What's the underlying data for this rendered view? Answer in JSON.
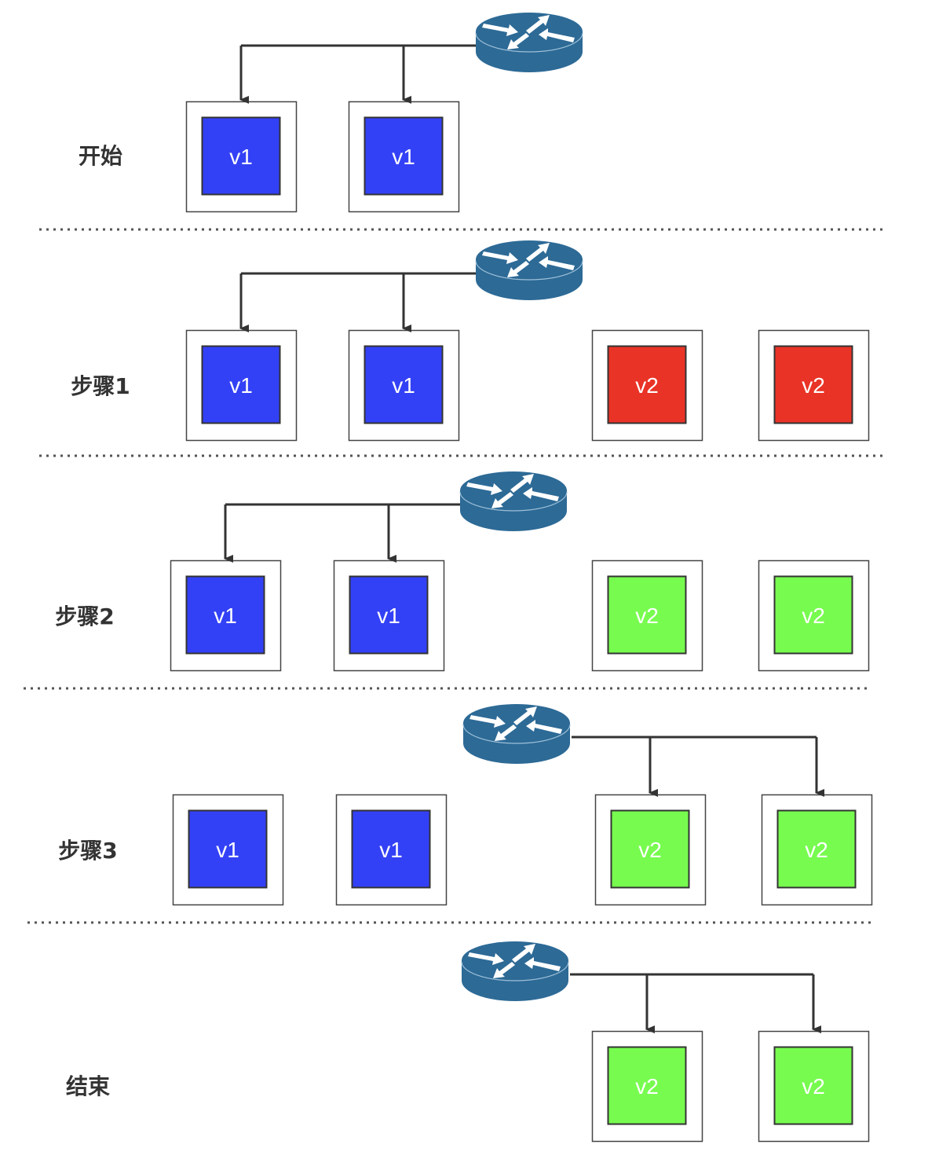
{
  "title": "蓝绿部署流程",
  "colors": {
    "v1": "#3341f6",
    "v2_pending": "#e93326",
    "v2_ready": "#77fb4f",
    "router": "#2d6a96",
    "line": "#333333",
    "divider": "#555555"
  },
  "stages": [
    {
      "label": "开始",
      "routes_to": "v1",
      "servers": [
        {
          "version": "v1",
          "state": "v1"
        },
        {
          "version": "v1",
          "state": "v1"
        }
      ]
    },
    {
      "label": "步骤1",
      "routes_to": "v1",
      "servers": [
        {
          "version": "v1",
          "state": "v1"
        },
        {
          "version": "v1",
          "state": "v1"
        },
        {
          "version": "v2",
          "state": "v2_pending"
        },
        {
          "version": "v2",
          "state": "v2_pending"
        }
      ]
    },
    {
      "label": "步骤2",
      "routes_to": "v1",
      "servers": [
        {
          "version": "v1",
          "state": "v1"
        },
        {
          "version": "v1",
          "state": "v1"
        },
        {
          "version": "v2",
          "state": "v2_ready"
        },
        {
          "version": "v2",
          "state": "v2_ready"
        }
      ]
    },
    {
      "label": "步骤3",
      "routes_to": "v2",
      "servers": [
        {
          "version": "v1",
          "state": "v1"
        },
        {
          "version": "v1",
          "state": "v1"
        },
        {
          "version": "v2",
          "state": "v2_ready"
        },
        {
          "version": "v2",
          "state": "v2_ready"
        }
      ]
    },
    {
      "label": "结束",
      "routes_to": "v2",
      "servers": [
        {
          "version": "v2",
          "state": "v2_ready"
        },
        {
          "version": "v2",
          "state": "v2_ready"
        }
      ]
    }
  ]
}
